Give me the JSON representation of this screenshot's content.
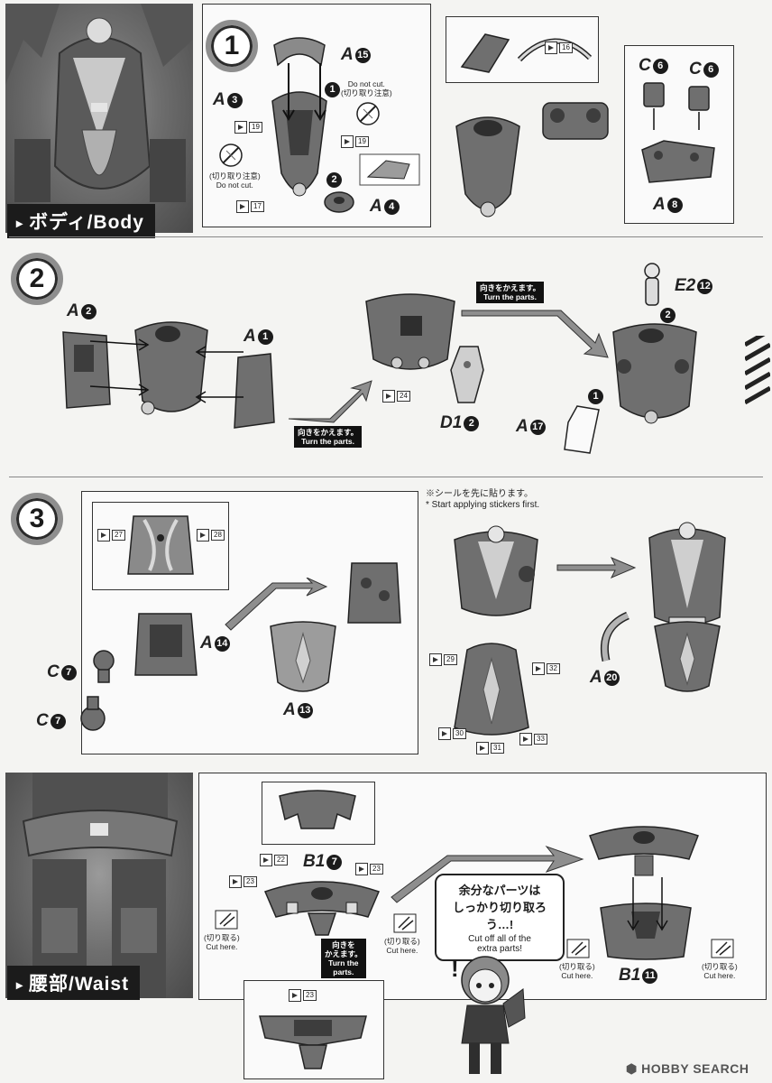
{
  "sections": {
    "body": {
      "label_jp": "ボディ",
      "label_sep": "/",
      "label_en": "Body"
    },
    "waist": {
      "label_jp": "腰部",
      "label_sep": "/",
      "label_en": "Waist"
    }
  },
  "steps": {
    "s1": "1",
    "s2": "2",
    "s3": "3"
  },
  "step1": {
    "parts": {
      "a15": {
        "t": "A",
        "n": "15"
      },
      "a3": {
        "t": "A",
        "n": "3"
      },
      "a4": {
        "t": "A",
        "n": "4"
      },
      "c6a": {
        "t": "C",
        "n": "6"
      },
      "c6b": {
        "t": "C",
        "n": "6"
      },
      "a8": {
        "t": "A",
        "n": "8"
      }
    },
    "note_do_not_cut_top": "Do not cut.",
    "note_do_not_cut_top_jp": "(切り取り注意)",
    "note_do_not_cut_left_jp": "(切り取り注意)",
    "note_do_not_cut_left": "Do not cut.",
    "order1": "1",
    "order2": "2",
    "stickers": {
      "s19a": "19",
      "s19b": "19",
      "s17": "17",
      "s16": "16"
    }
  },
  "step2": {
    "parts": {
      "a2": {
        "t": "A",
        "n": "2"
      },
      "a1": {
        "t": "A",
        "n": "1"
      },
      "d12": {
        "t": "D1",
        "n": "2"
      },
      "a17": {
        "t": "A",
        "n": "17"
      },
      "e212": {
        "t": "E2",
        "n": "12"
      }
    },
    "turn1_jp": "向きをかえます。",
    "turn1_en": "Turn the parts.",
    "turn2_jp": "向きをかえます。",
    "turn2_en": "Turn the parts.",
    "order1": "1",
    "order2": "2",
    "stickers": {
      "s24": "24"
    }
  },
  "step3": {
    "parts": {
      "a14": {
        "t": "A",
        "n": "14"
      },
      "c7a": {
        "t": "C",
        "n": "7"
      },
      "c7b": {
        "t": "C",
        "n": "7"
      },
      "a13": {
        "t": "A",
        "n": "13"
      },
      "a20": {
        "t": "A",
        "n": "20"
      }
    },
    "sticker_note_jp": "※シールを先に貼ります。",
    "sticker_note_en": "* Start applying stickers first.",
    "stickers": {
      "s27": "27",
      "s28": "28",
      "s29": "29",
      "s32": "32",
      "s30": "30",
      "s31": "31",
      "s33": "33"
    }
  },
  "waist": {
    "parts": {
      "b17": {
        "t": "B1",
        "n": "7"
      },
      "b111": {
        "t": "B1",
        "n": "11"
      }
    },
    "cut_here_jp": "(切り取る)",
    "cut_here_en": "Cut here.",
    "turn_jp": "向きを\nかえます。",
    "turn_en": "Turn the\nparts.",
    "speech_jp_1": "余分なパーツは",
    "speech_jp_2": "しっかり切り取ろう…!",
    "speech_en": "Cut off all of the\nextra parts!",
    "stickers": {
      "s22": "22",
      "s23a": "23",
      "s23b": "23",
      "s23c": "23"
    }
  },
  "watermark": "HOBBY SEARCH",
  "colors": {
    "ink": "#1b1b1b",
    "part_gray": "#6f6f6f",
    "part_light": "#9c9c9c",
    "part_dark": "#3d3d3d"
  }
}
